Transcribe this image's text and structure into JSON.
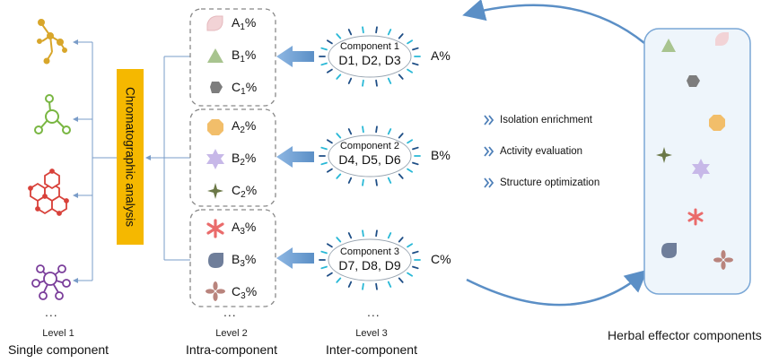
{
  "levels": {
    "level1": {
      "small": "Level 1",
      "big": "Single component"
    },
    "level2": {
      "small": "Level 2",
      "big": "Intra-component"
    },
    "level3": {
      "small": "Level 3",
      "big": "Inter-component"
    }
  },
  "chromatography_label": "Chromatographic analysis",
  "ellipsis": "...",
  "groups": [
    {
      "items": [
        {
          "base": "A",
          "sub": "1",
          "suffix": "%"
        },
        {
          "base": "B",
          "sub": "1",
          "suffix": "%"
        },
        {
          "base": "C",
          "sub": "1",
          "suffix": "%"
        }
      ]
    },
    {
      "items": [
        {
          "base": "A",
          "sub": "2",
          "suffix": "%"
        },
        {
          "base": "B",
          "sub": "2",
          "suffix": "%"
        },
        {
          "base": "C",
          "sub": "2",
          "suffix": "%"
        }
      ]
    },
    {
      "items": [
        {
          "base": "A",
          "sub": "3",
          "suffix": "%"
        },
        {
          "base": "B",
          "sub": "3",
          "suffix": "%"
        },
        {
          "base": "C",
          "sub": "3",
          "suffix": "%"
        }
      ]
    }
  ],
  "components": [
    {
      "title": "Component 1",
      "ds": "D1, D2, D3",
      "pct": "A%"
    },
    {
      "title": "Component 2",
      "ds": "D4, D5, D6",
      "pct": "B%"
    },
    {
      "title": "Component 3",
      "ds": "D7, D8, D9",
      "pct": "C%"
    }
  ],
  "steps": [
    "Isolation enrichment",
    "Activity evaluation",
    "Structure optimization"
  ],
  "herbal_label": "Herbal effector components",
  "colors": {
    "chromatography_bar": "#f5b800",
    "arrow_blue": "#6f9fd2",
    "thin_line": "#7a9cc8",
    "dashed_box": "#888888",
    "panel_border": "#7aa7d6",
    "panel_fill": "#eef5fb",
    "mol_gold": "#d8a62b",
    "mol_green": "#79b642",
    "mol_red": "#d8413a",
    "mol_purple": "#7a3d9a",
    "shape_pink": "#f2d3d6",
    "shape_green": "#a8c48f",
    "shape_gray": "#7d7d7d",
    "shape_orange": "#f2be6a",
    "shape_lavender": "#c7b8e8",
    "shape_olive": "#6b7847",
    "shape_red": "#ea6b6b",
    "shape_slate": "#6f7e9a",
    "shape_rose": "#b9847d",
    "sun_cyan": "#28b8d6"
  },
  "icons": [
    "molecule-gold-icon",
    "molecule-green-icon",
    "molecule-red-icon",
    "molecule-purple-icon",
    "petal-icon",
    "triangle-icon",
    "hexagon-icon",
    "octagon-icon",
    "six-point-star-icon",
    "four-point-star-icon",
    "asterisk-icon",
    "drop-icon",
    "clover-icon",
    "sun-rays-icon",
    "double-chevron-icon"
  ]
}
